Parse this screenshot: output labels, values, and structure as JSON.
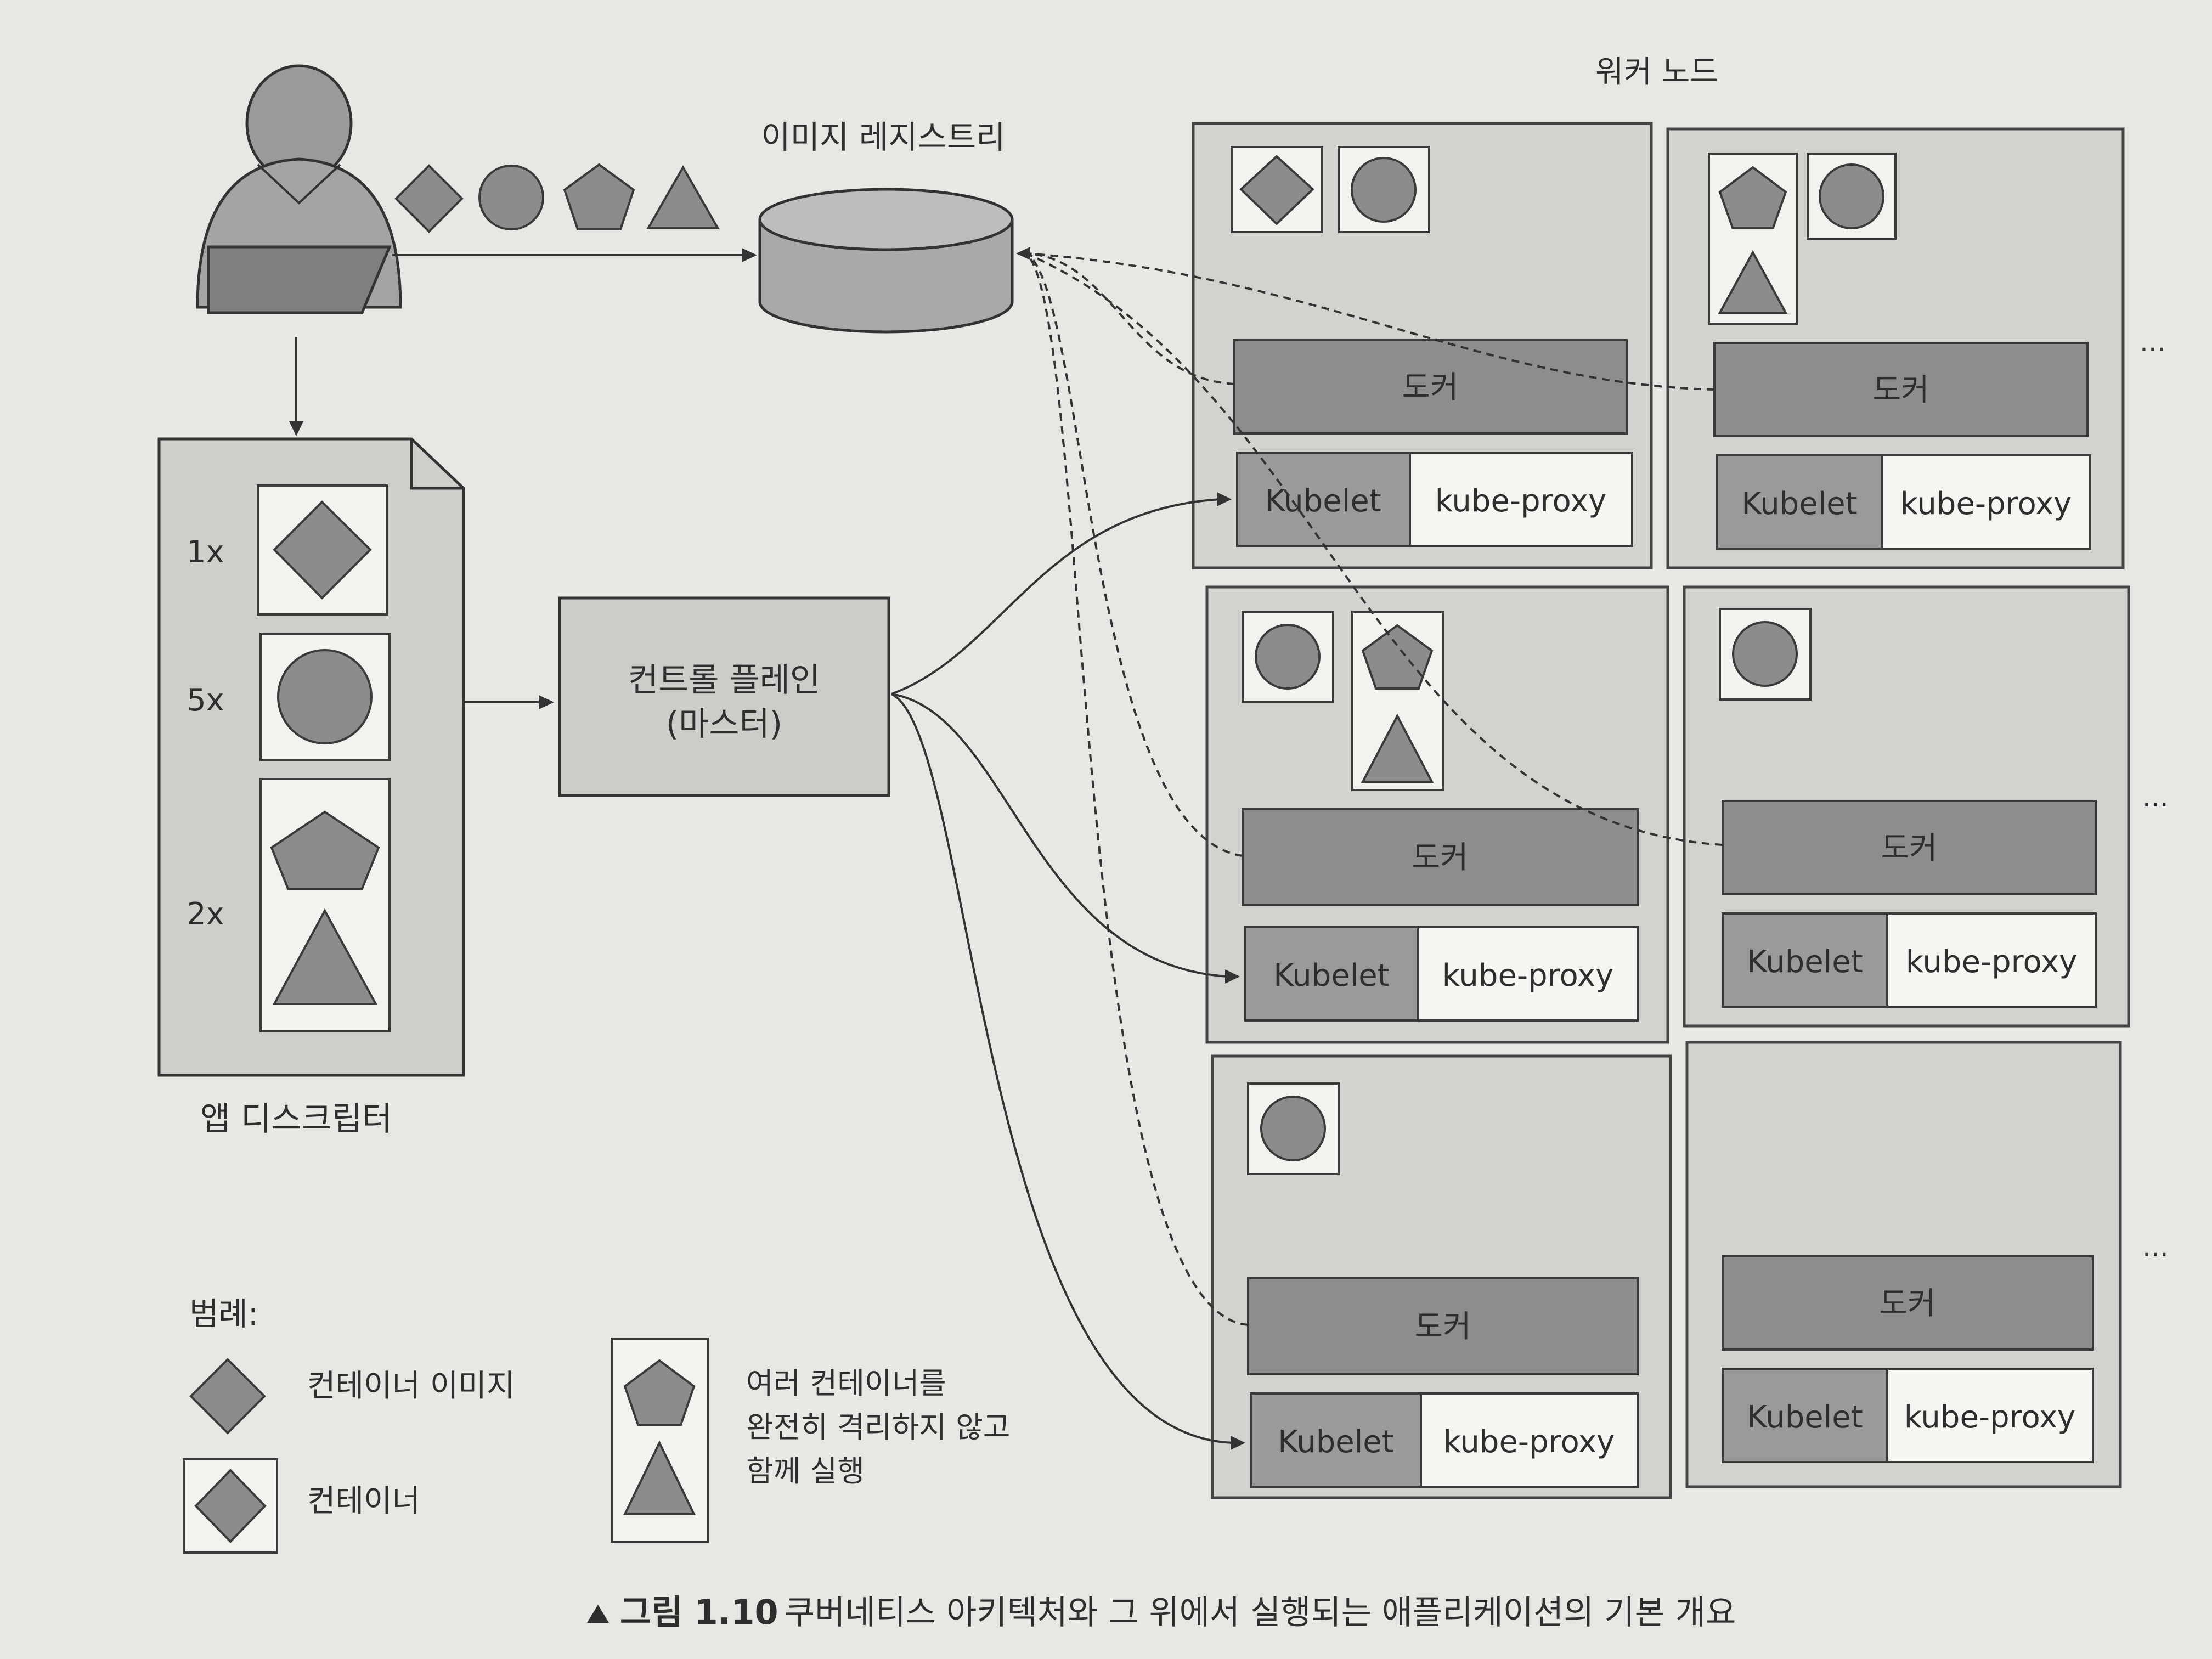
{
  "labels": {
    "registry": "이미지 레지스트리",
    "worker_nodes": "워커 노드",
    "control_plane_line1": "컨트롤 플레인",
    "control_plane_line2": "(마스터)",
    "app_descriptor": "앱 디스크립터",
    "legend_title": "범례:",
    "legend_container_image": "컨테이너 이미지",
    "legend_container": "컨테이너",
    "legend_group_line1": "여러 컨테이너를",
    "legend_group_line2": "완전히 격리하지 않고",
    "legend_group_line3": "함께 실행",
    "caption_prefix": "그림 1.10",
    "caption_text": "쿠버네티스 아키텍처와 그 위에서 실행되는 애플리케이션의 기본 개요",
    "docker": "도커",
    "kubelet": "Kubelet",
    "kube_proxy": "kube-proxy",
    "ellipsis": "...",
    "replica_1x": "1x",
    "replica_5x": "5x",
    "replica_2x": "2x"
  },
  "icons": {
    "user": "user-at-laptop-icon",
    "registry": "database-cylinder-icon",
    "descriptor": "document-icon",
    "caption_marker": "triangle-up-icon"
  },
  "colors": {
    "shape_fill": "#8c8c8c",
    "node_fill": "#d3d2cf",
    "docker_fill": "#8d8d8d",
    "background": "#e9e7e3"
  }
}
